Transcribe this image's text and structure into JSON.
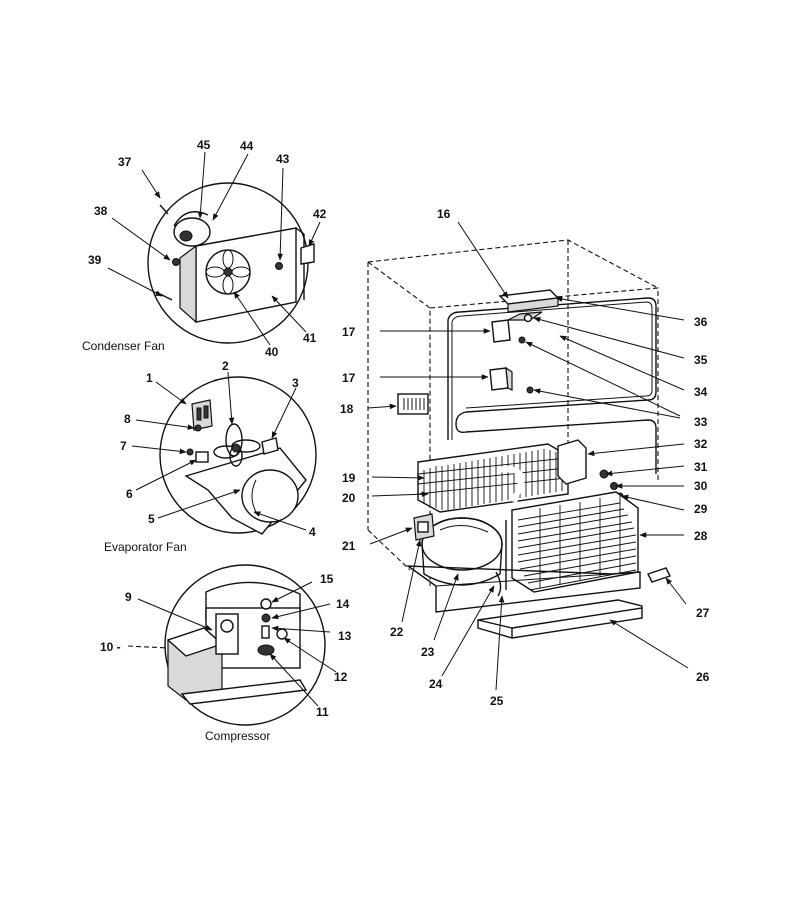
{
  "captions": {
    "condenser_fan": "Condenser Fan",
    "evaporator_fan": "Evaporator Fan",
    "compressor": "Compressor"
  },
  "callouts": {
    "c1": "1",
    "c2": "2",
    "c3": "3",
    "c4": "4",
    "c5": "5",
    "c6": "6",
    "c7": "7",
    "c8": "8",
    "c9": "9",
    "c10": "10 -",
    "c11": "11",
    "c12": "12",
    "c13": "13",
    "c14": "14",
    "c15": "15",
    "c16": "16",
    "c17a": "17",
    "c17b": "17",
    "c18": "18",
    "c19": "19",
    "c20": "20",
    "c21": "21",
    "c22": "22",
    "c23": "23",
    "c24": "24",
    "c25": "25",
    "c26": "26",
    "c27": "27",
    "c28": "28",
    "c29": "29",
    "c30": "30",
    "c31": "31",
    "c32": "32",
    "c33": "33",
    "c34": "34",
    "c35": "35",
    "c36": "36",
    "c37": "37",
    "c38": "38",
    "c39": "39",
    "c40": "40",
    "c41": "41",
    "c42": "42",
    "c43": "43",
    "c44": "44",
    "c45": "45"
  }
}
